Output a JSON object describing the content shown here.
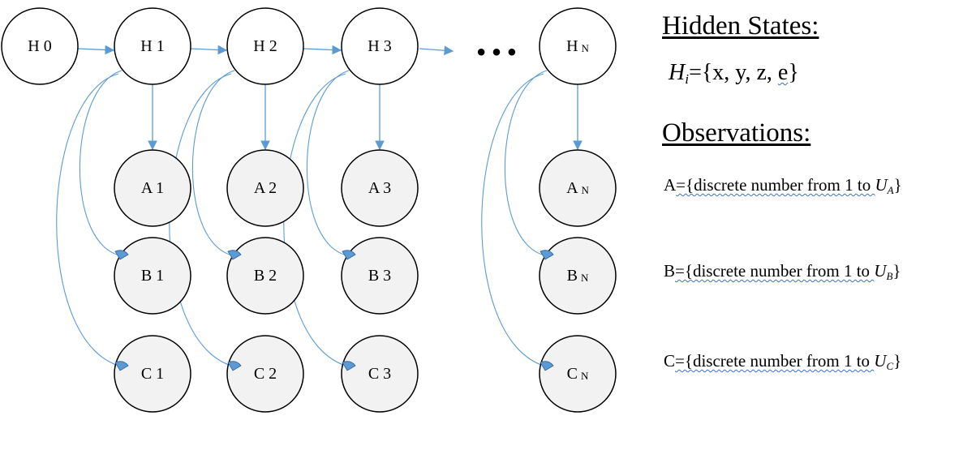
{
  "diagram": {
    "hidden_chain": [
      {
        "name": "H",
        "index": "0"
      },
      {
        "name": "H",
        "index": "1"
      },
      {
        "name": "H",
        "index": "2"
      },
      {
        "name": "H",
        "index": "3"
      },
      {
        "name": "H",
        "index": "N"
      }
    ],
    "ellipsis": "• • •",
    "observation_columns": [
      [
        {
          "name": "A",
          "index": "1"
        },
        {
          "name": "B",
          "index": "1"
        },
        {
          "name": "C",
          "index": "1"
        }
      ],
      [
        {
          "name": "A",
          "index": "2"
        },
        {
          "name": "B",
          "index": "2"
        },
        {
          "name": "C",
          "index": "2"
        }
      ],
      [
        {
          "name": "A",
          "index": "3"
        },
        {
          "name": "B",
          "index": "3"
        },
        {
          "name": "C",
          "index": "3"
        }
      ],
      [
        {
          "name": "A",
          "index": "N"
        },
        {
          "name": "B",
          "index": "N"
        },
        {
          "name": "C",
          "index": "N"
        }
      ]
    ],
    "colors": {
      "arrow": "#5b9bd5",
      "hidden_fill": "#ffffff",
      "observed_fill": "#f2f2f2",
      "node_stroke": "#000000"
    }
  },
  "legend": {
    "hidden_heading": "Hidden States:",
    "hidden_formula": {
      "var": "H",
      "sub": "i",
      "rest": "={x, y, z, ",
      "last": "e",
      "close": "}"
    },
    "obs_heading": "Observations:",
    "observations": [
      {
        "letter": "A",
        "text": "={discrete number from 1 to ",
        "var": "U",
        "sub": "A",
        "close": "}"
      },
      {
        "letter": "B",
        "text": "={discrete number from 1 to ",
        "var": "U",
        "sub": "B",
        "close": "}"
      },
      {
        "letter": "C",
        "text": "={discrete number from 1 to ",
        "var": "U",
        "sub": "C",
        "close": "}"
      }
    ]
  }
}
